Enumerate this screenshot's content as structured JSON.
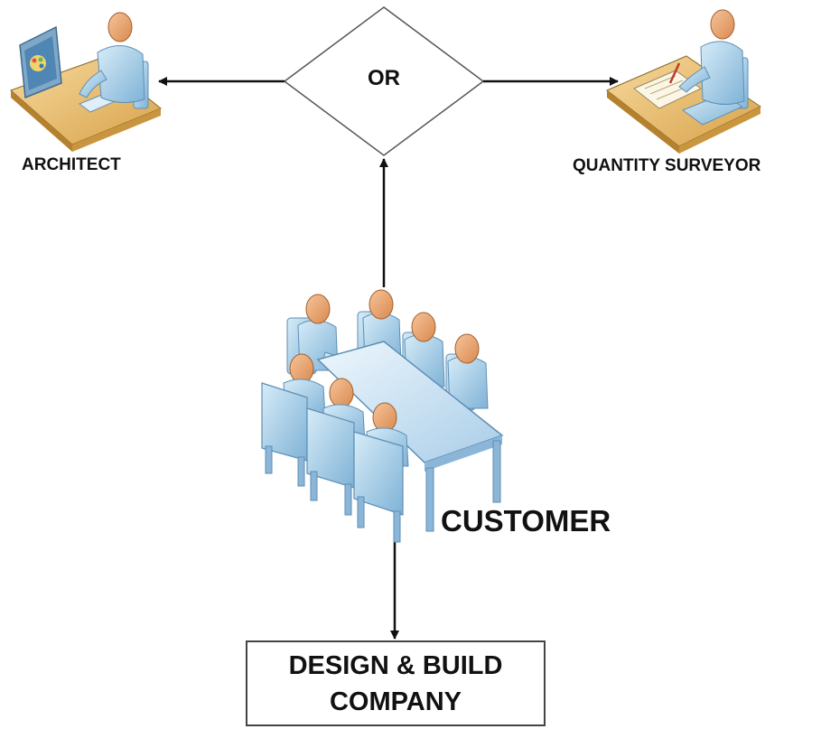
{
  "decision": {
    "label": "OR"
  },
  "nodes": {
    "architect": {
      "label": "ARCHITECT",
      "icon": "architect-at-desk-icon"
    },
    "quantity_surveyor": {
      "label": "QUANTITY SURVEYOR",
      "icon": "surveyor-at-desk-icon"
    },
    "customer": {
      "label": "CUSTOMER",
      "icon": "meeting-table-people-icon"
    },
    "company": {
      "line1": "DESIGN & BUILD",
      "line2": "COMPANY"
    }
  },
  "colors": {
    "arrow": "#111111",
    "person_body": "#9fcbe6",
    "person_skin": "#e7a878",
    "desk_top": "#e8b86a",
    "chair": "#bcd9ee"
  }
}
